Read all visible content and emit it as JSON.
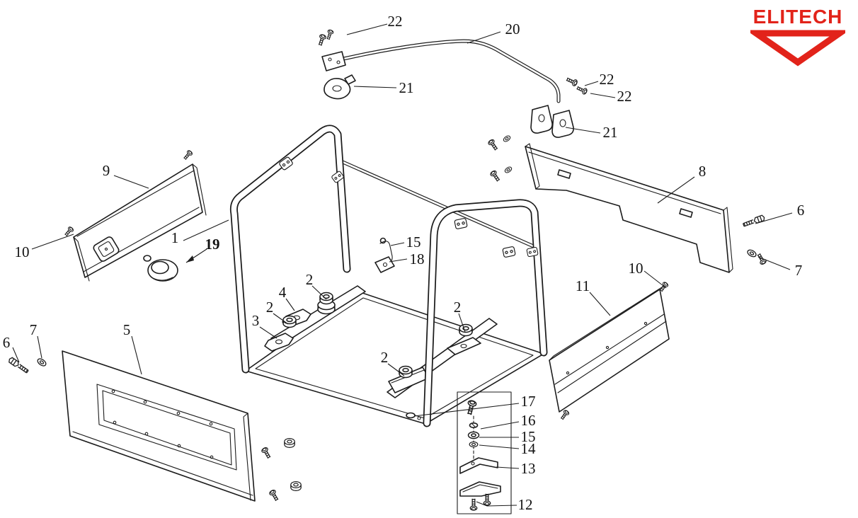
{
  "brand": {
    "name": "ELITECH",
    "accent_color": "#e2231a"
  },
  "callouts": [
    {
      "label": "22"
    },
    {
      "label": "20"
    },
    {
      "label": "21"
    },
    {
      "label": "22"
    },
    {
      "label": "22"
    },
    {
      "label": "21"
    },
    {
      "label": "9"
    },
    {
      "label": "8"
    },
    {
      "label": "6"
    },
    {
      "label": "1"
    },
    {
      "label": "19"
    },
    {
      "label": "10"
    },
    {
      "label": "15"
    },
    {
      "label": "18"
    },
    {
      "label": "7"
    },
    {
      "label": "10"
    },
    {
      "label": "2"
    },
    {
      "label": "4"
    },
    {
      "label": "11"
    },
    {
      "label": "2"
    },
    {
      "label": "2"
    },
    {
      "label": "3"
    },
    {
      "label": "6"
    },
    {
      "label": "7"
    },
    {
      "label": "5"
    },
    {
      "label": "2"
    },
    {
      "label": "17"
    },
    {
      "label": "16"
    },
    {
      "label": "15"
    },
    {
      "label": "14"
    },
    {
      "label": "13"
    },
    {
      "label": "12"
    }
  ]
}
